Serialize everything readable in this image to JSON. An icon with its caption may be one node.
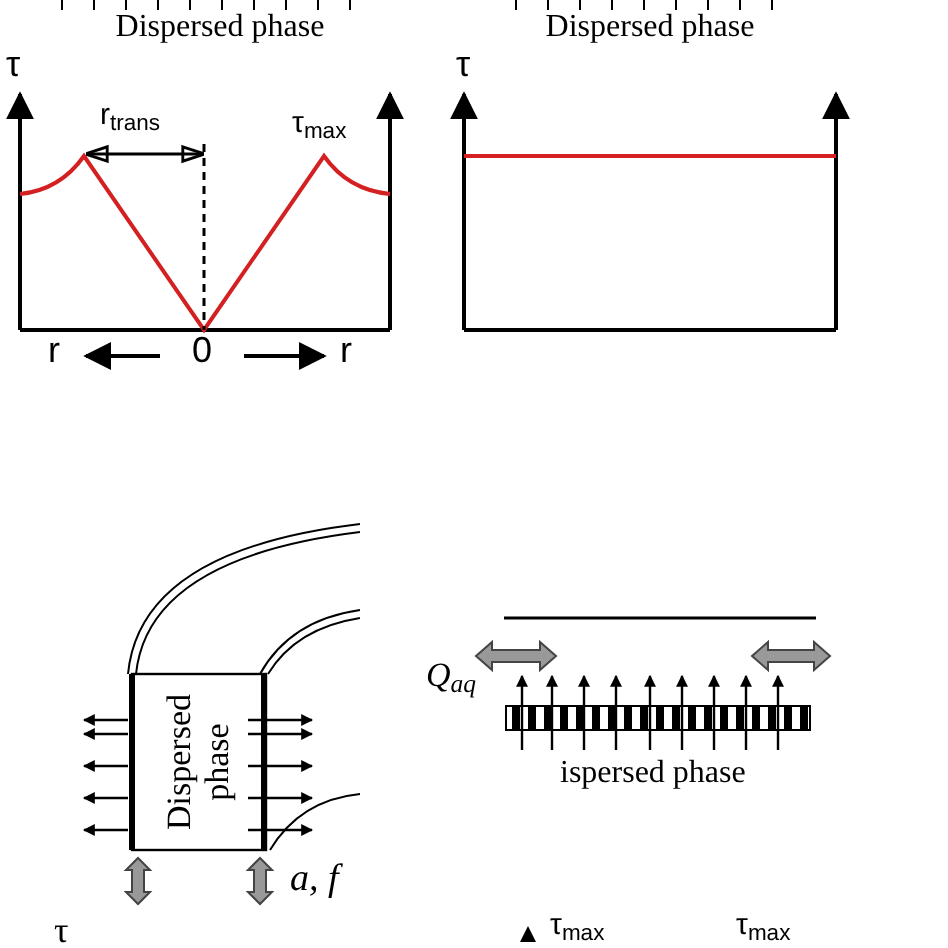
{
  "diagram": {
    "labels": [
      "Dispersed phase",
      "Dispersed phase",
      "τ",
      "r$_{trans}$",
      "τ$_{max}$",
      "r",
      "0",
      "r",
      "τ",
      "Dispersed phase",
      "Q$_{aq}$",
      "a, f",
      "ispersed phase",
      "τ",
      "τ$_{max}$",
      "τ$_{max}$"
    ]
  }
}
